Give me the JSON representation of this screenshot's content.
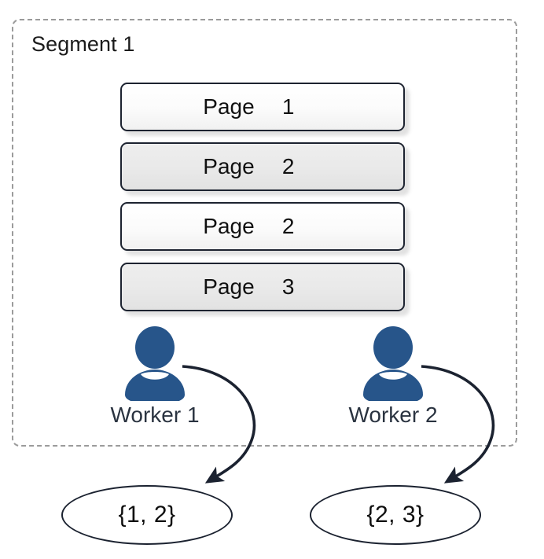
{
  "diagram": {
    "title": "Segment 1",
    "segment": {
      "label": "Segment 1",
      "pages": [
        {
          "word": "Page",
          "number": "1",
          "shade": "light"
        },
        {
          "word": "Page",
          "number": "2",
          "shade": "dark"
        },
        {
          "word": "Page",
          "number": "2",
          "shade": "light"
        },
        {
          "word": "Page",
          "number": "3",
          "shade": "dark"
        }
      ],
      "workers": [
        {
          "name": "Worker 1",
          "icon": "user-icon"
        },
        {
          "name": "Worker 2",
          "icon": "user-icon"
        }
      ]
    },
    "results": [
      {
        "label": "{1, 2}",
        "from": "Worker 1"
      },
      {
        "label": "{2, 3}",
        "from": "Worker 2"
      }
    ],
    "colors": {
      "worker_fill": "#27558a",
      "border_dark": "#1d2330",
      "dashed_border": "#9b9b9b",
      "page_light": "#ffffff",
      "page_dark": "#e9e9e9",
      "text": "#111111",
      "background": "#ffffff"
    },
    "arrows": [
      {
        "name": "arrow-worker1-to-result1",
        "from": "Worker 1",
        "to": "{1, 2}"
      },
      {
        "name": "arrow-worker2-to-result2",
        "from": "Worker 2",
        "to": "{2, 3}"
      }
    ]
  }
}
